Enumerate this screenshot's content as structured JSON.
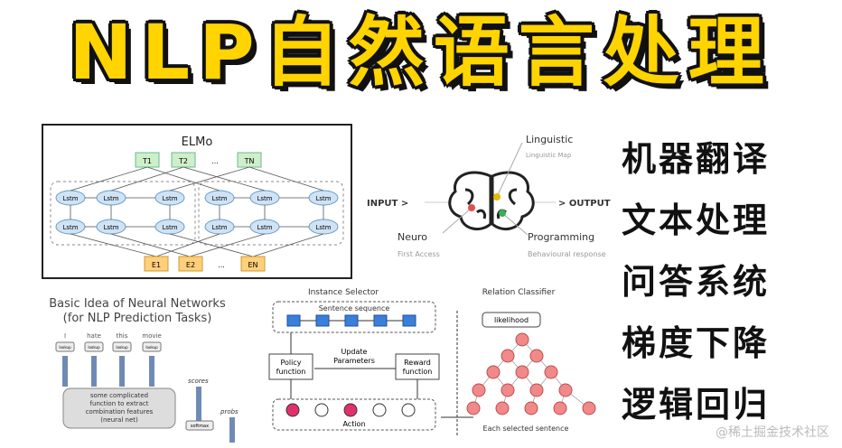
{
  "title": "NLP自然语言处理",
  "topics": [
    "机器翻译",
    "文本处理",
    "问答系统",
    "梯度下降",
    "逻辑回归"
  ],
  "elmo": {
    "title": "ELMo",
    "outputs": [
      "T1",
      "T2",
      "...",
      "TN"
    ],
    "cell": "Lstm",
    "inputs": [
      "E1",
      "E2",
      "...",
      "EN"
    ]
  },
  "brain": {
    "input": "INPUT >",
    "output": "> OUTPUT",
    "linguistic": "Linguistic",
    "linguistic_map": "Linguistic Map",
    "neuro": "Neuro",
    "first_access": "First Access",
    "programming": "Programming",
    "behavioural": "Behavioural response"
  },
  "neural": {
    "title_line1": "Basic Idea of Neural Networks",
    "title_line2": "(for NLP Prediction Tasks)",
    "words": [
      "I",
      "hate",
      "this",
      "movie"
    ],
    "lookup": "lookup",
    "box_lines": [
      "some complicated",
      "function to extract",
      "combination features",
      "(neural net)"
    ],
    "scores": "scores",
    "softmax": "softmax",
    "probs": "probs"
  },
  "rl": {
    "instance_selector": "Instance Selector",
    "relation_classifier": "Relation Classifier",
    "sentence_sequence": "Sentence sequence",
    "update_parameters_1": "Update",
    "update_parameters_2": "Parameters",
    "policy_1": "Policy",
    "policy_2": "function",
    "reward_1": "Reward",
    "reward_2": "function",
    "action": "Action",
    "likelihood": "likelihood",
    "each_selected": "Each selected sentence"
  },
  "watermark": "@稀土掘金技术社区",
  "colors": {
    "title_fill": "#FFD400",
    "title_outline": "#111111",
    "lstm": "#CFE3F5",
    "token_out": "#CFEFC8",
    "token_in": "#FFD079",
    "node": "#F08A8A",
    "seq_blue": "#3A7FD9",
    "action_pink": "#E0316B"
  }
}
